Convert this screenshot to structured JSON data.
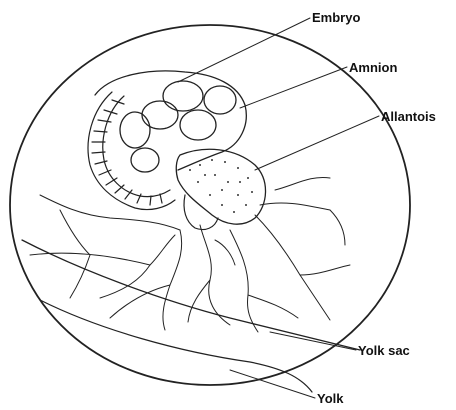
{
  "diagram": {
    "labels": {
      "embryo": "Embryo",
      "amnion": "Amnion",
      "allantois": "Allantois",
      "yolk_sac": "Yolk sac",
      "yolk": "Yolk"
    },
    "colors": {
      "ink": "#111111",
      "background": "#ffffff"
    }
  }
}
